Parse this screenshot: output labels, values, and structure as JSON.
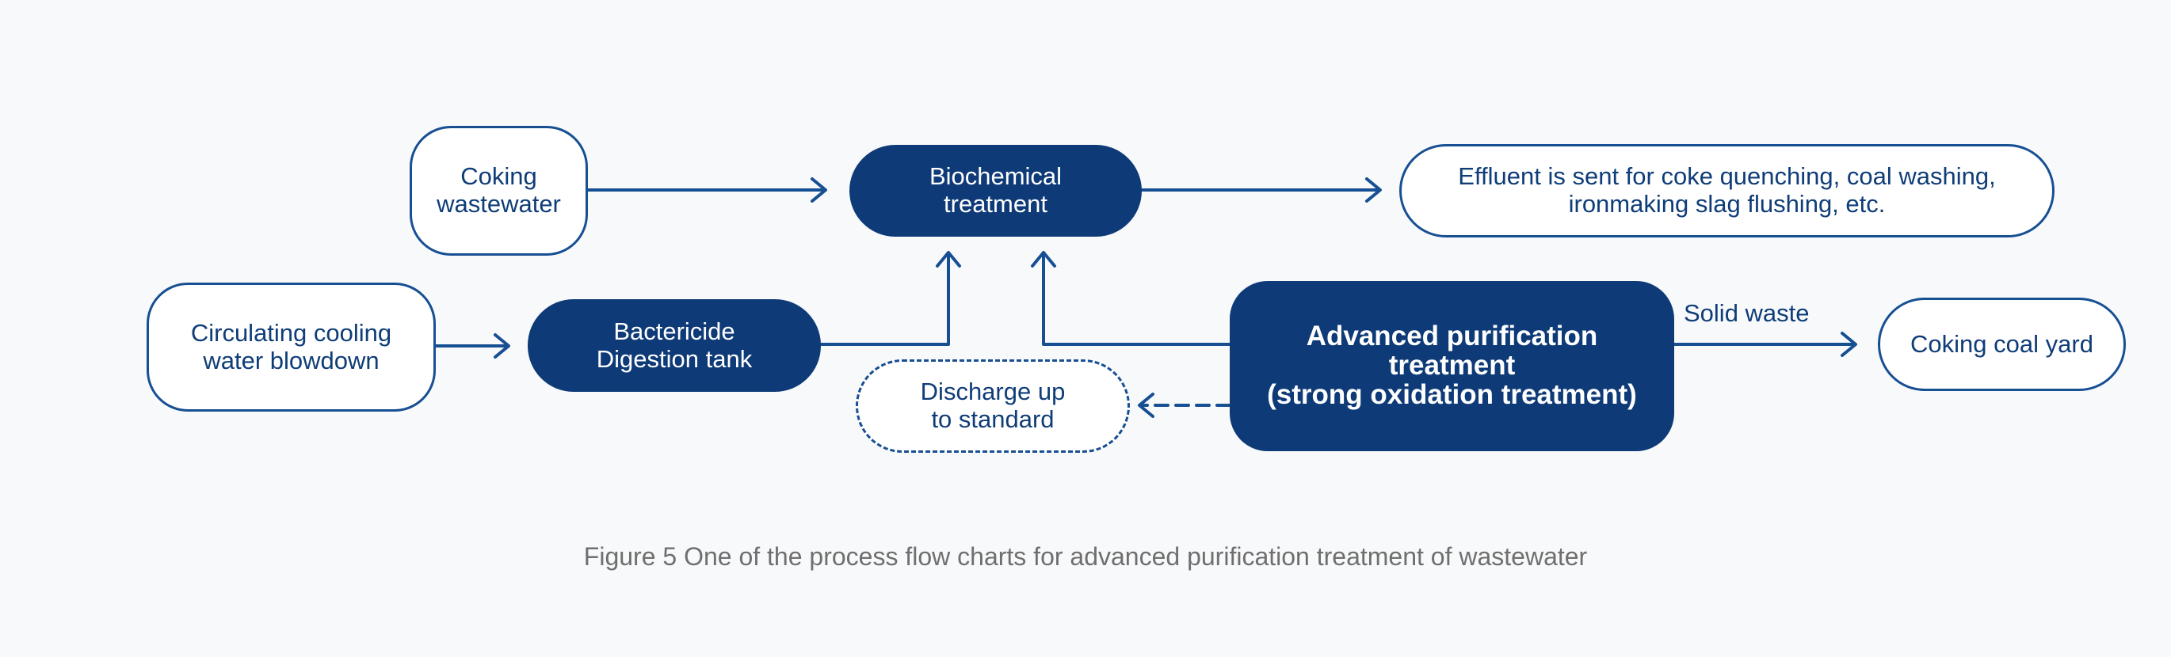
{
  "diagram": {
    "nodes": {
      "coking_wastewater": {
        "line1": "Coking",
        "line2": "wastewater"
      },
      "biochemical": {
        "line1": "Biochemical",
        "line2": "treatment"
      },
      "effluent": {
        "line1": "Effluent is sent for coke quenching, coal washing,",
        "line2": "ironmaking slag flushing, etc."
      },
      "circulating": {
        "line1": "Circulating cooling",
        "line2": "water blowdown"
      },
      "bactericide": {
        "line1": "Bactericide",
        "line2": "Digestion tank"
      },
      "advanced": {
        "line1": "Advanced purification",
        "line2": "treatment",
        "line3": "(strong oxidation treatment)"
      },
      "discharge": {
        "line1": "Discharge up",
        "line2": "to standard"
      },
      "coal_yard": {
        "line1": "Coking coal yard"
      }
    },
    "edge_labels": {
      "solid_waste": "Solid waste"
    }
  },
  "caption": "Figure 5 One of the process flow charts for advanced purification treatment of wastewater",
  "colors": {
    "stroke": "#174f93",
    "filled": "#0e3b78",
    "text": "#0f3d78",
    "caption": "#6f6f6f",
    "background": "#f8f9fa"
  }
}
